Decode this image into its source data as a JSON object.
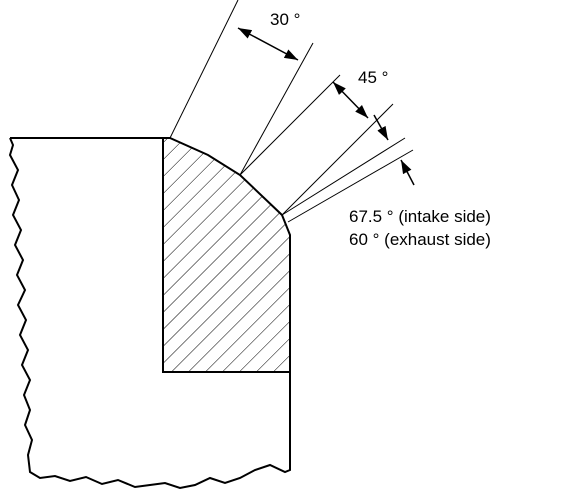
{
  "diagram": {
    "angles": [
      {
        "label": "30 °"
      },
      {
        "label": "45 °"
      }
    ],
    "seat_note": {
      "intake": "67.5 ° (intake side)",
      "exhaust": "60 ° (exhaust side)"
    }
  }
}
